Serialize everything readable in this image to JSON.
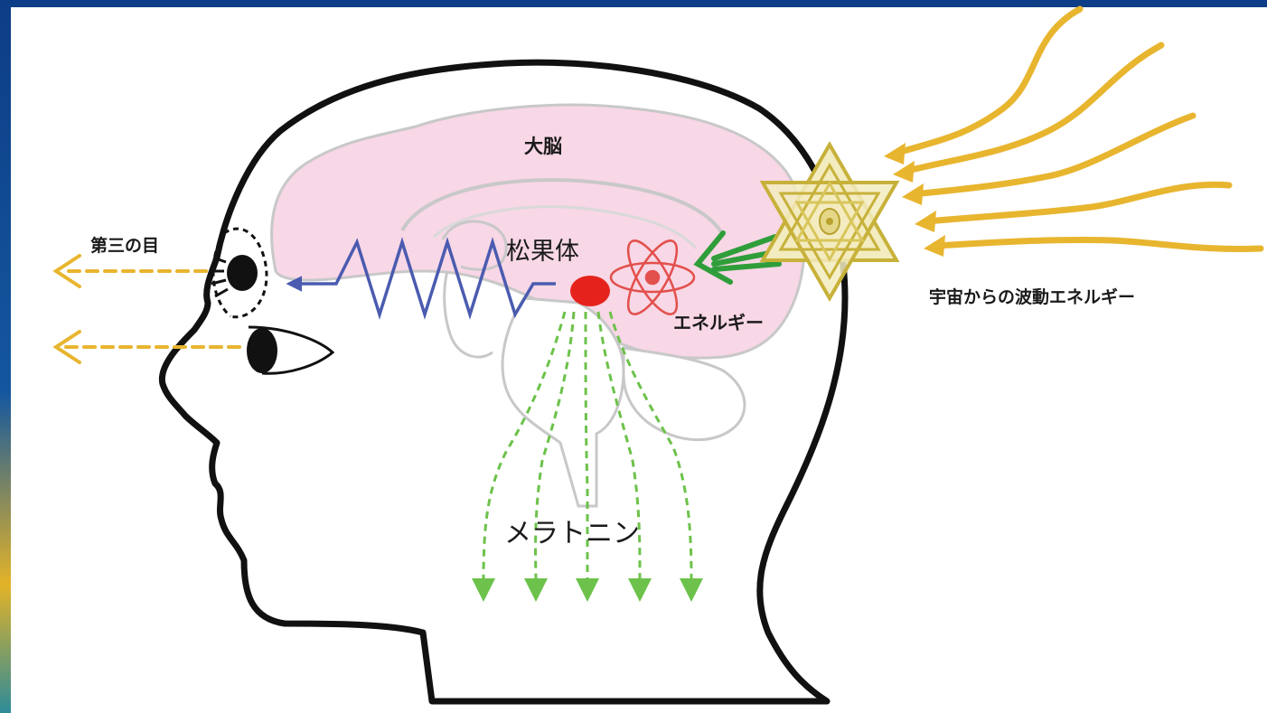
{
  "labels": {
    "cerebrum": "大脳",
    "third_eye": "第三の目",
    "pineal_body": "松果体",
    "energy": "エネルギー",
    "cosmic_wave_energy": "宇宙からの波動エネルギー",
    "melatonin": "メラトニン"
  },
  "icons": [
    "head-silhouette",
    "brain",
    "eye-icon",
    "third-eye-icon",
    "atom-icon",
    "hexagram-star-icon",
    "pineal-gland-dot"
  ],
  "colors": {
    "brain_fill": "#f8d7e6",
    "brain_outline": "#c8c8c8",
    "head_outline": "#111111",
    "cosmic_rays": "#e8b52f",
    "eye_rays": "#e8b52f",
    "wave": "#4a5bb0",
    "energy_arrows": "#2f9e3a",
    "melatonin_arrows": "#6cc24a",
    "pineal": "#e5231c",
    "atom": "#e2504c",
    "star": "#c7b13a"
  }
}
